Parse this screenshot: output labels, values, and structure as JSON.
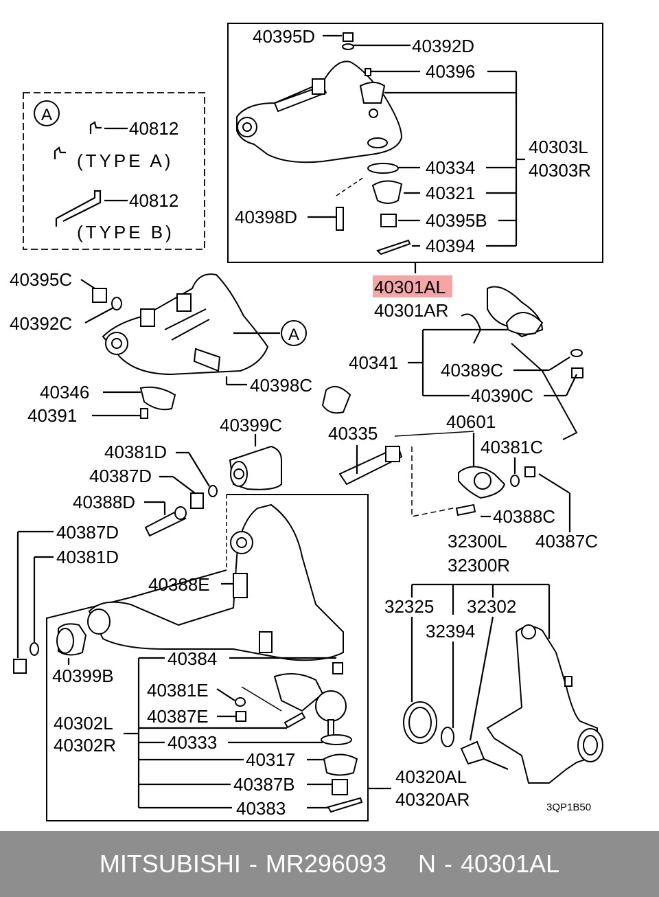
{
  "labels": {
    "p40395D": "40395D",
    "p40392D": "40392D",
    "p40396": "40396",
    "p40303L": "40303L",
    "p40303R": "40303R",
    "p40334": "40334",
    "p40321": "40321",
    "p40398D": "40398D",
    "p40395B": "40395B",
    "p40394": "40394",
    "p40301AL": "40301AL",
    "p40301AR": "40301AR",
    "circleA": "A",
    "p40812a": "40812",
    "typeA": "(TYPE A)",
    "p40812b": "40812",
    "typeB": "(TYPE B)",
    "p40395C": "40395C",
    "p40392C": "40392C",
    "calloutA": "A",
    "p40398C": "40398C",
    "p40341": "40341",
    "p40389C": "40389C",
    "p40390C": "40390C",
    "p40346": "40346",
    "p40391": "40391",
    "p40399C": "40399C",
    "p40335": "40335",
    "p40601": "40601",
    "p40381D_top": "40381D",
    "p40387D_top": "40387D",
    "p40388D": "40388D",
    "p40381C": "40381C",
    "p40388C": "40388C",
    "p40387C": "40387C",
    "p40387D_left": "40387D",
    "p40381D_left": "40381D",
    "p32300L": "32300L",
    "p32300R": "32300R",
    "p40388E": "40388E",
    "p32325": "32325",
    "p32302": "32302",
    "p32394": "32394",
    "p40399B": "40399B",
    "p40384": "40384",
    "p40381E": "40381E",
    "p40387E": "40387E",
    "p40302L": "40302L",
    "p40302R": "40302R",
    "p40333": "40333",
    "p40317": "40317",
    "p40387B": "40387B",
    "p40383": "40383",
    "p40320AL": "40320AL",
    "p40320AR": "40320AR",
    "code": "3QP1B50"
  },
  "highlight_color": "#f4a6a6",
  "footer": {
    "brand": "MITSUBISHI",
    "sep1": "-",
    "part_number": "MR296093",
    "ref_prefix": "N",
    "sep2": "-",
    "ref": "40301AL"
  }
}
